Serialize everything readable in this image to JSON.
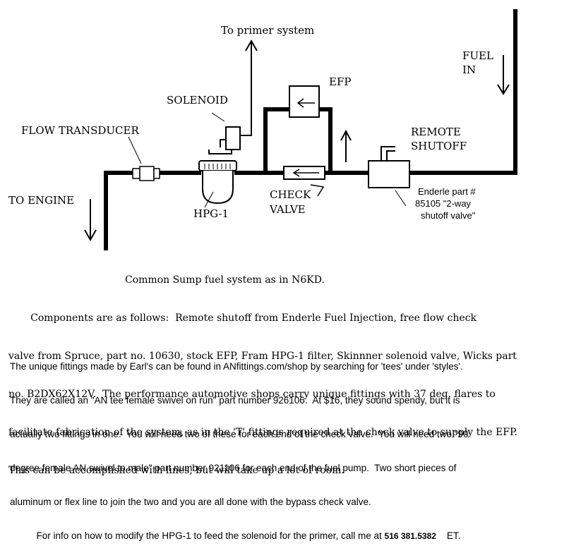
{
  "diagram": {
    "labels": {
      "to_primer": "To primer system",
      "fuel": "FUEL",
      "in": "IN",
      "efp": "EFP",
      "solenoid": "SOLENOID",
      "flow_transducer": "FLOW TRANSDUCER",
      "remote": "REMOTE",
      "shutoff": "SHUTOFF",
      "to_engine": "TO ENGINE",
      "check": "CHECK",
      "valve": "VALVE",
      "hpg": "HPG-1",
      "enderle_1": "Enderle part #",
      "enderle_2": "85105 \"2-way",
      "enderle_3": "shutoff valve\""
    }
  },
  "caption": {
    "title": "Common Sump fuel system as in N6KD.",
    "lines": [
      "       Components are as follows:  Remote shutoff from Enderle Fuel Injection, free flow check",
      "valve from Spruce, part no. 10630, stock EFP, Fram HPG-1 filter, Skinnner solenoid valve, Wicks part",
      "no. B2DX62X12V.  The performance automotive shops carry unique fittings with 37 deg. flares to",
      "facilitate fabrication of the system, as in the 'T' fittings required at the check valve to supply the EFP.",
      "This can be accomplished with lines, but will take up a lot of room."
    ]
  },
  "notes": {
    "lines": [
      "The unique fittings made by Earl's can be found in ANfittings.com/shop by searching for 'tees' under 'styles'.",
      "They are called an \"AN tee female swivel on run\" part number 926106.  At $16, they sound spendy, but it is",
      "actually two fittings in one.  You will need two of these for each end of the check valve.  You will need two \"90",
      "degree female AN swivel to male\" part number 921106 for each end of the fuel pump.  Two short pieces of",
      "aluminum or flex line to join the two and you are all done with the bypass check valve."
    ],
    "info_prefix": "          For info on how to modify the HPG-1 to feed the solenoid for the primer, call me at ",
    "phone": "516 381.5382",
    "info_suffix": "    ET."
  }
}
